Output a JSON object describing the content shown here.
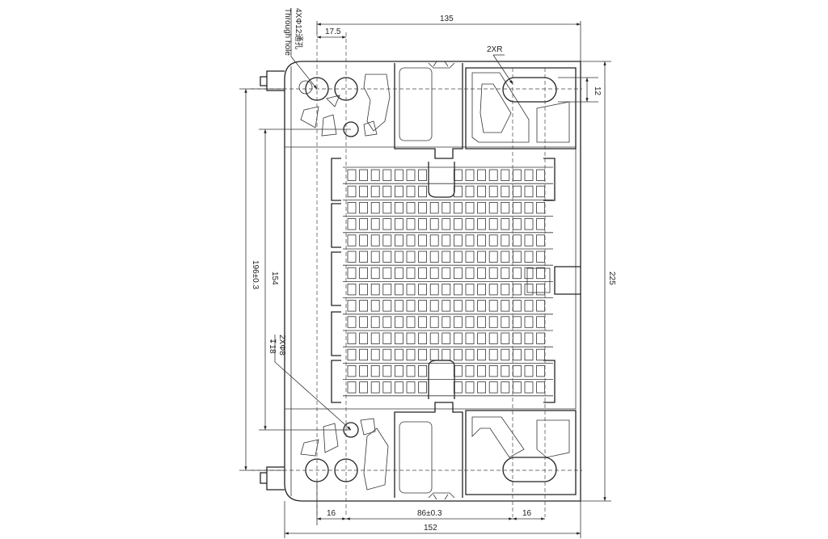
{
  "dimensions": {
    "top_width": "135",
    "hole_offset": "17.5",
    "slot_count_radius": "2XR",
    "slot_height": "12",
    "overall_height": "225",
    "outer_span": "196±0.3",
    "inner_span": "154",
    "bottom_left": "16",
    "bottom_center": "86±0.3",
    "bottom_right": "16",
    "bottom_total": "152"
  },
  "callouts": {
    "through_hole_spec": "4XΦ12通孔",
    "through_hole_text": "Through hole",
    "small_hole_spec": "2XΦ8",
    "small_hole_depth": "↧18"
  },
  "grid": {
    "rows": 14,
    "cols": 17
  }
}
